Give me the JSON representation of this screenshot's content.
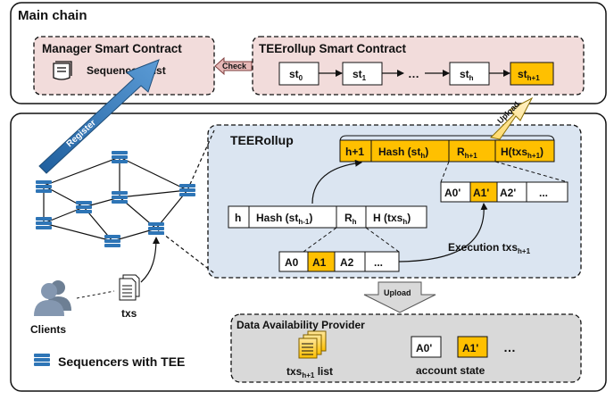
{
  "main_chain": {
    "title": "Main chain",
    "manager": {
      "title": "Manager Smart Contract",
      "list_label": "Sequencers list"
    },
    "check_label": "Check",
    "rollup_contract": {
      "title": "TEErollup Smart Contract",
      "states": [
        {
          "base": "st",
          "sub": "0"
        },
        {
          "base": "st",
          "sub": "1"
        },
        {
          "base": "st",
          "sub": "h"
        },
        {
          "base": "st",
          "sub": "h+1"
        }
      ],
      "ellipsis": "…"
    }
  },
  "register_label": "Register",
  "upload_label": "Upload",
  "teerollup": {
    "title": "TEERollup",
    "header_new": [
      "h+1",
      "Hash  (st",
      "h",
      ")",
      "R",
      "h+1",
      "H(txs",
      "h+1",
      ")"
    ],
    "header_old": [
      "h",
      "Hash  (st",
      "h-1",
      ")",
      "R",
      "h",
      "H  (txs",
      "h",
      ")"
    ],
    "accounts_old": [
      "A0",
      "A1",
      "A2",
      "..."
    ],
    "accounts_new": [
      "A0'",
      "A1'",
      "A2'",
      "..."
    ],
    "execution_label": "Execution txs",
    "execution_sub": "h+1"
  },
  "lower_upload_label": "Upload",
  "dap": {
    "title": "Data Availability Provider",
    "list_label": "txs",
    "list_sub": "h+1",
    "list_suffix": " list",
    "accounts": [
      "A0'",
      "A1'"
    ],
    "ellipsis": "…",
    "state_label": "account state"
  },
  "clients_label": "Clients",
  "txs_label": "txs",
  "legend_label": "Sequencers with TEE",
  "colors": {
    "contract_fill": "#f2dcdb",
    "rollup_fill": "#dbe5f1",
    "dap_fill": "#d9d9d9",
    "highlight": "#ffc000",
    "blue": "#2e75b6"
  }
}
